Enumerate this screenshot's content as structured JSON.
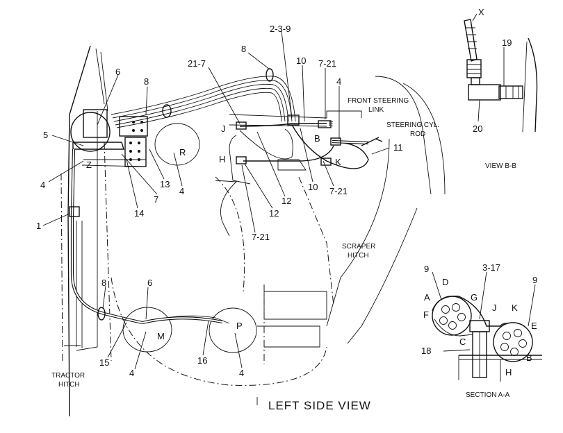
{
  "caption": "LEFT SIDE VIEW",
  "notes": {
    "front_steering_link": [
      "FRONT STEERING",
      "LINK"
    ],
    "steering_cyl_rod": [
      "STEERING CYL.",
      "ROD"
    ],
    "scraper_hitch": [
      "SCRAPER",
      "HITCH"
    ],
    "tractor_hitch": [
      "TRACTOR",
      "HITCH"
    ],
    "view_bb": "VIEW B-B",
    "section_aa": "SECTION A-A"
  },
  "callouts": {
    "c_2_3_9": "2-3-9",
    "c_8_top": "8",
    "c_21_7": "21-7",
    "c_10_top": "10",
    "c_7_21_top": "7-21",
    "c_4_right": "4",
    "c_6_left": "6",
    "c_8_left": "8",
    "c_5": "5",
    "c_4_left": "4",
    "c_13": "13",
    "c_4_mid": "4",
    "c_7": "7",
    "c_14": "14",
    "c_1": "1",
    "c_12_a": "12",
    "c_12_b": "12",
    "c_10_low": "10",
    "c_7_21_low": "7-21",
    "c_11": "11",
    "c_7_21_mid": "7-21",
    "c_8_bottom": "8",
    "c_6_bottom": "6",
    "c_15": "15",
    "c_4_bottom_a": "4",
    "c_16": "16",
    "c_4_bottom_b": "4",
    "c_x": "X",
    "c_19": "19",
    "c_20": "20",
    "c_9_a": "9",
    "c_3_17": "3-17",
    "c_9_b": "9",
    "c_18": "18"
  },
  "ports": {
    "J": "J",
    "H": "H",
    "R": "R",
    "Z": "Z",
    "M": "M",
    "P": "P",
    "B": "B",
    "K": "K",
    "E_top": "E"
  },
  "section_letters": [
    "D",
    "A",
    "G",
    "F",
    "C",
    "J",
    "K",
    "E",
    "B",
    "H"
  ]
}
